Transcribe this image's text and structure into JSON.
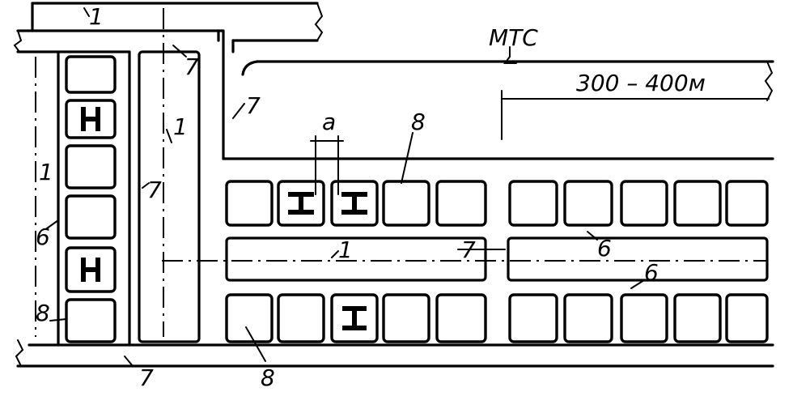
{
  "labels": {
    "top_1": "1",
    "mtc": "МТС",
    "distance": "300 – 400м",
    "dim_a": "a",
    "road_7_top": "7",
    "road_7_corner": "7",
    "road_7_vertical": "7",
    "road_7_center": "7",
    "road_7_bottom": "7",
    "axis_1_left": "1",
    "axis_1_vertical": "1",
    "axis_1_center": "1",
    "label_6_left": "6",
    "label_6_center": "6",
    "label_6_lower": "6",
    "label_8_left": "8",
    "label_8_top": "8",
    "label_8_bottom": "8"
  },
  "beam_icon_name": "i-beam-icon"
}
